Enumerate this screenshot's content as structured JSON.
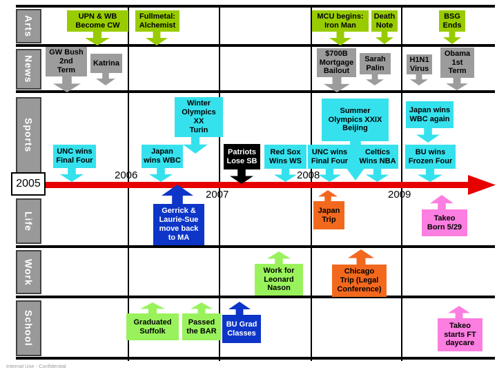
{
  "palette": {
    "arts_green": {
      "bg": "#99CC00",
      "fg": "#000000"
    },
    "gray": {
      "bg": "#9C9C9C",
      "fg": "#000000"
    },
    "label_gray": {
      "bg": "#999999",
      "fg": "#FFFFFF"
    },
    "cyan": {
      "bg": "#35E1ED",
      "fg": "#000000"
    },
    "black": {
      "bg": "#000000",
      "fg": "#FFFFFF"
    },
    "blue": {
      "bg": "#0D35C8",
      "fg": "#FFFFFF"
    },
    "orange": {
      "bg": "#F2691E",
      "fg": "#000000"
    },
    "pink": {
      "bg": "#FC7EE0",
      "fg": "#000000"
    },
    "lime": {
      "bg": "#99F25C",
      "fg": "#000000"
    },
    "red": {
      "bg": "#E60000",
      "fg": "#FFFFFF"
    }
  },
  "sidebar": {
    "categories": [
      "Arts",
      "News",
      "Sports",
      "Life",
      "Work",
      "School"
    ]
  },
  "timeline": {
    "years": [
      "2005",
      "2006",
      "2007",
      "2008",
      "2009"
    ]
  },
  "events": {
    "arts": [
      {
        "label": "UPN & WB\nBecome CW"
      },
      {
        "label": "Fullmetal:\nAlchemist"
      },
      {
        "label": "MCU begins:\nIron Man"
      },
      {
        "label": "Death\nNote"
      },
      {
        "label": "BSG\nEnds"
      }
    ],
    "news": [
      {
        "label": "GW Bush\n2nd\nTerm"
      },
      {
        "label": "Katrina"
      },
      {
        "label": "$700B\nMortgage\nBailout"
      },
      {
        "label": "Sarah\nPalin"
      },
      {
        "label": "H1N1\nVirus"
      },
      {
        "label": "Obama\n1st\nTerm"
      }
    ],
    "sports": [
      {
        "label": "Winter\nOlympics\nXX\nTurin"
      },
      {
        "label": "UNC wins\nFinal Four"
      },
      {
        "label": "Japan\nwins WBC"
      },
      {
        "label": "Patriots\nLose SB"
      },
      {
        "label": "Summer\nOlympics XXIX\nBeijing"
      },
      {
        "label": "Red Sox\nWins WS"
      },
      {
        "label": "UNC wins\nFinal Four"
      },
      {
        "label": "Celtics\nWins NBA"
      },
      {
        "label": "Japan wins\nWBC again"
      },
      {
        "label": "BU wins\nFrozen Four"
      }
    ],
    "life": [
      {
        "label": "Gerrick &\nLaurie-Sue\nmove back\nto MA"
      },
      {
        "label": "Japan\nTrip"
      },
      {
        "label": "Takeo\nBorn 5/29"
      }
    ],
    "work": [
      {
        "label": "Work for\nLeonard\nNason"
      },
      {
        "label": "Chicago\nTrip (Legal\nConference)"
      }
    ],
    "school": [
      {
        "label": "Graduated\nSuffolk"
      },
      {
        "label": "Passed\nthe BAR"
      },
      {
        "label": "BU Grad\nClasses"
      },
      {
        "label": "Takeo\nstarts FT\ndaycare"
      }
    ]
  },
  "footer": {
    "note": "Internal Use - Confidential"
  }
}
